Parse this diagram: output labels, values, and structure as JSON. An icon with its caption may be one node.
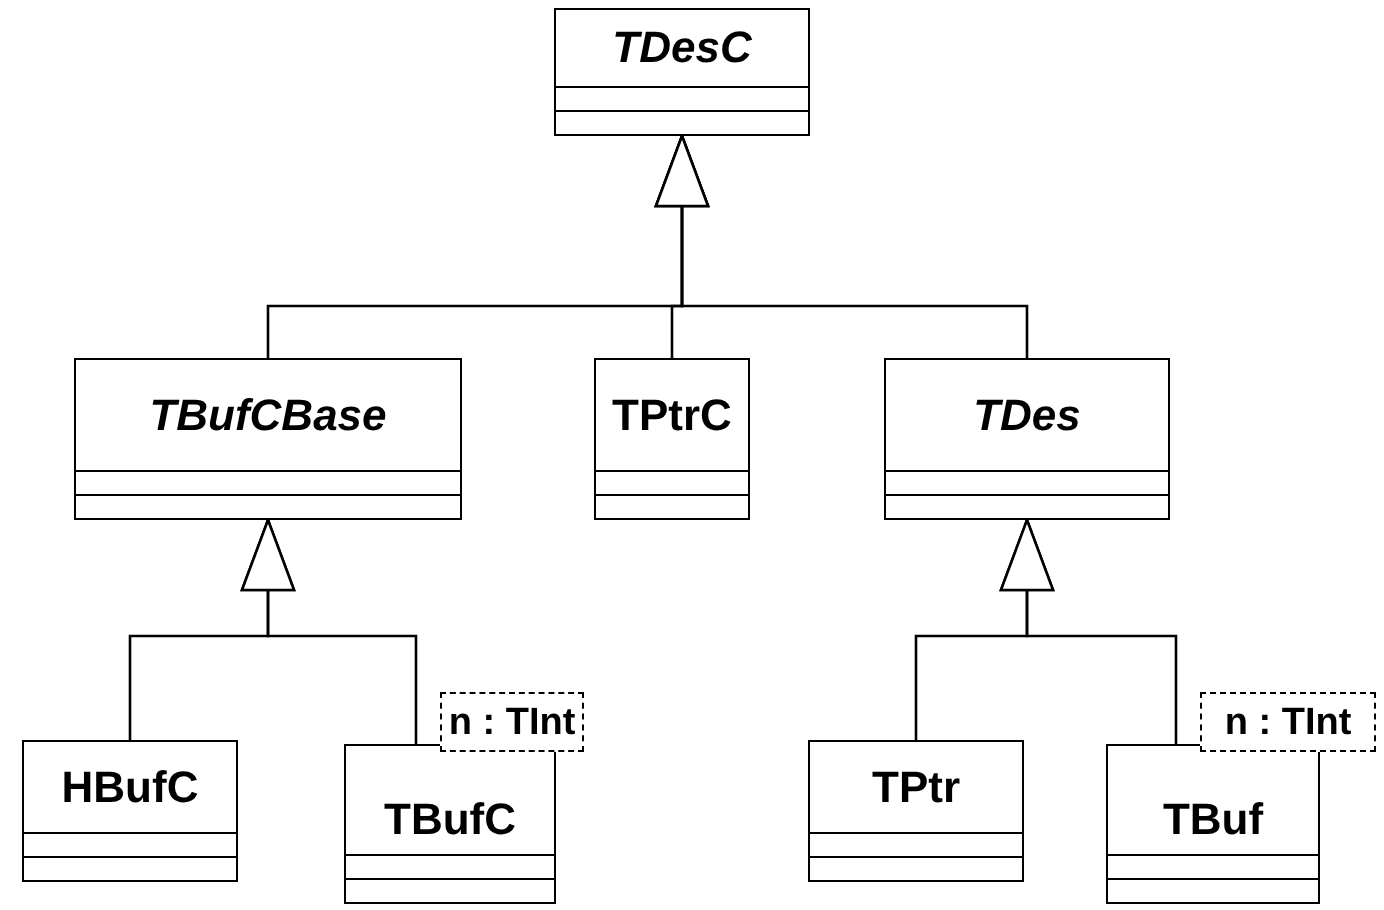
{
  "diagram": {
    "nodes": [
      {
        "text": [
          "TDesC"
        ]
      },
      {
        "text": [
          "TBufCBase"
        ]
      },
      {
        "text": [
          "TPtrC"
        ]
      },
      {
        "text": [
          "TDes"
        ]
      },
      {
        "text": [
          "HBufC"
        ]
      },
      {
        "text": [
          "TBufC"
        ]
      },
      {
        "text": [
          "n : TInt"
        ]
      },
      {
        "text": [
          "TPtr"
        ]
      },
      {
        "text": [
          "TBuf"
        ]
      },
      {
        "text": [
          "n : TInt"
        ]
      }
    ],
    "edges": [
      {
        "from": 1,
        "to": 0,
        "arrow": "to"
      },
      {
        "from": 2,
        "to": 0,
        "arrow": "to"
      },
      {
        "from": 3,
        "to": 0,
        "arrow": "to"
      },
      {
        "from": 4,
        "to": 1,
        "arrow": "to"
      },
      {
        "from": 5,
        "to": 1,
        "arrow": "to"
      },
      {
        "from": 7,
        "to": 3,
        "arrow": "to"
      },
      {
        "from": 8,
        "to": 3,
        "arrow": "to"
      }
    ]
  }
}
